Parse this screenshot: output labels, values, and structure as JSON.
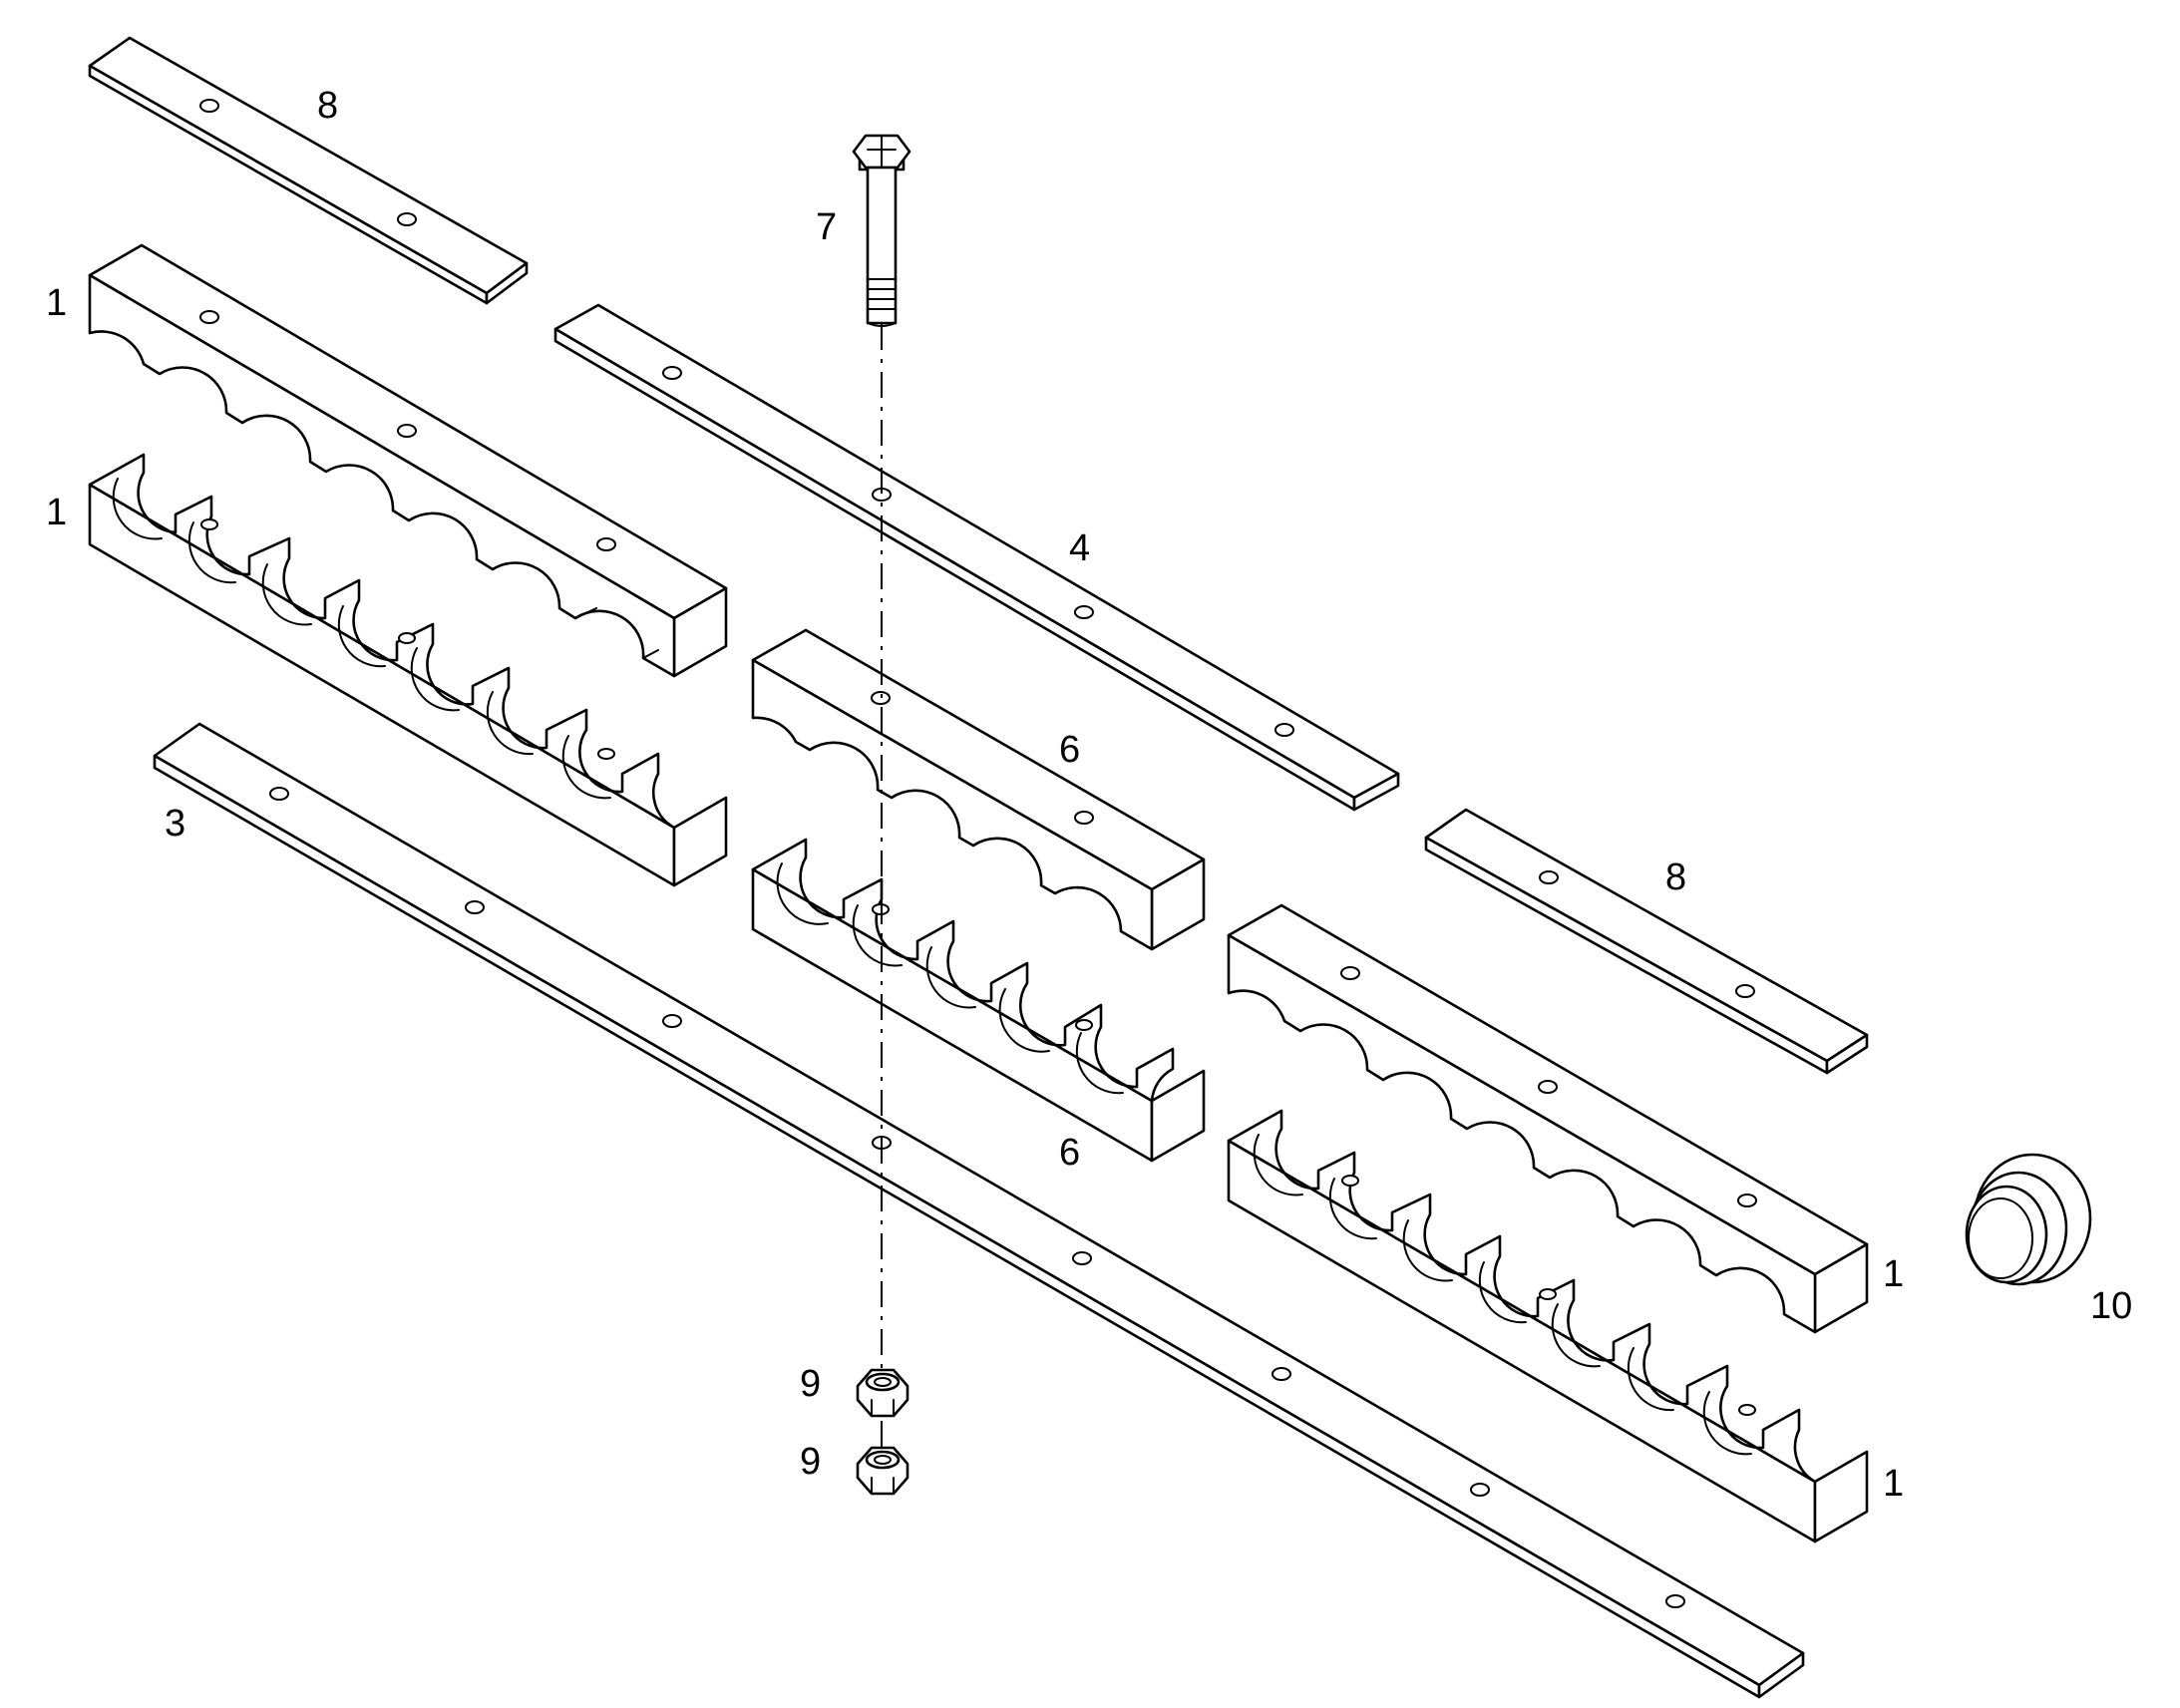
{
  "diagram": {
    "parts": [
      {
        "id": "clamp-body-upper-left",
        "callout": "1"
      },
      {
        "id": "clamp-body-lower-left",
        "callout": "1"
      },
      {
        "id": "base-plate",
        "callout": "3"
      },
      {
        "id": "cover-plate",
        "callout": "4"
      },
      {
        "id": "clamp-body-upper-middle",
        "callout": "6"
      },
      {
        "id": "clamp-body-lower-middle",
        "callout": "6"
      },
      {
        "id": "hex-bolt",
        "callout": "7"
      },
      {
        "id": "strap-plate-top-left",
        "callout": "8"
      },
      {
        "id": "strap-plate-right",
        "callout": "8"
      },
      {
        "id": "hex-nut-upper",
        "callout": "9"
      },
      {
        "id": "hex-nut-lower",
        "callout": "9"
      },
      {
        "id": "end-plug",
        "callout": "10"
      },
      {
        "id": "clamp-body-upper-right",
        "callout": "1"
      },
      {
        "id": "clamp-body-lower-right",
        "callout": "1"
      }
    ],
    "colors": {
      "line": "#000000",
      "background": "#ffffff"
    }
  }
}
